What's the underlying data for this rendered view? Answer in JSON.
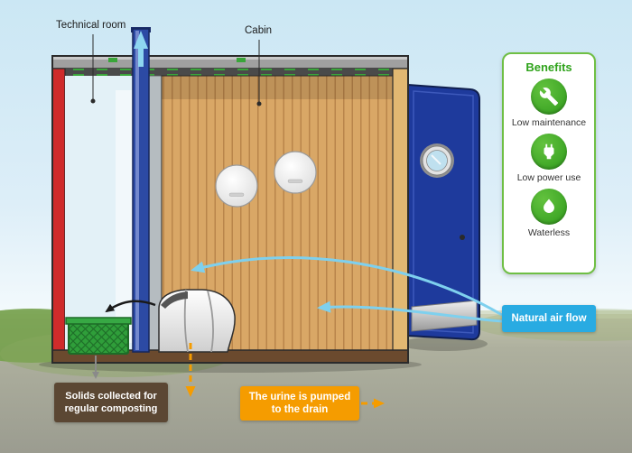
{
  "scene": {
    "technical_room_label": "Technical room",
    "cabin_label": "Cabin"
  },
  "benefits": {
    "title": "Benefits",
    "items": [
      {
        "icon": "wrench-icon",
        "label": "Low maintenance"
      },
      {
        "icon": "power-plug-icon",
        "label": "Low power use"
      },
      {
        "icon": "water-drop-icon",
        "label": "Waterless"
      }
    ]
  },
  "callouts": {
    "natural_air_flow": "Natural air flow",
    "urine_drain": "The urine is pumped to the drain",
    "solids_composting": "Solids collected for regular composting"
  },
  "colors": {
    "benefit_green": "#3aa51e",
    "air_blue": "#29abe2",
    "urine_orange": "#f59c00",
    "solids_brown": "#5b4733",
    "arrow_light_blue": "#7ed0ee",
    "door_blue": "#1e3a9c",
    "wall_red": "#cf2b2b",
    "wood_tan": "#d9a766"
  }
}
